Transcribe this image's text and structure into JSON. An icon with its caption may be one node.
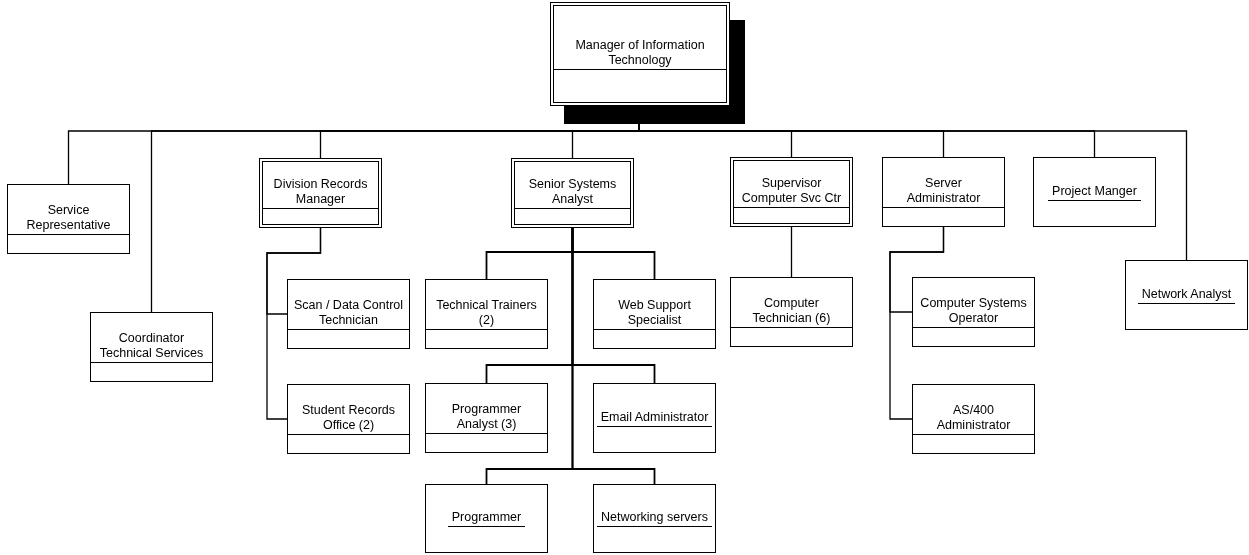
{
  "diagram": {
    "nodes": [
      {
        "text": [
          "Manager of Information Technology"
        ]
      },
      {
        "text": [
          "Service Representative"
        ]
      },
      {
        "text": [
          "Coordinator Technical Services"
        ]
      },
      {
        "text": [
          "Division Records Manager"
        ]
      },
      {
        "text": [
          "Scan / Data Control Technician"
        ]
      },
      {
        "text": [
          "Student Records Office (2)"
        ]
      },
      {
        "text": [
          "Senior Systems Analyst"
        ]
      },
      {
        "text": [
          "Technical Trainers (2)"
        ]
      },
      {
        "text": [
          "Web Support Specialist"
        ]
      },
      {
        "text": [
          "Programmer Analyst (3)"
        ]
      },
      {
        "text": [
          "Email Administrator"
        ]
      },
      {
        "text": [
          "Programmer"
        ]
      },
      {
        "text": [
          "Networking servers"
        ]
      },
      {
        "text": [
          "Supervisor Computer Svc Ctr"
        ]
      },
      {
        "text": [
          "Computer Technician (6)"
        ]
      },
      {
        "text": [
          "Server Administrator"
        ]
      },
      {
        "text": [
          "Computer Systems Operator"
        ]
      },
      {
        "text": [
          "AS/400 Administrator"
        ]
      },
      {
        "text": [
          "Project Manger"
        ]
      },
      {
        "text": [
          "Network Analyst"
        ]
      }
    ],
    "edges": [
      {
        "from": 0,
        "to": 1,
        "arrow": "none"
      },
      {
        "from": 0,
        "to": 2,
        "arrow": "none"
      },
      {
        "from": 0,
        "to": 3,
        "arrow": "none"
      },
      {
        "from": 0,
        "to": 6,
        "arrow": "none"
      },
      {
        "from": 0,
        "to": 13,
        "arrow": "none"
      },
      {
        "from": 0,
        "to": 15,
        "arrow": "none"
      },
      {
        "from": 0,
        "to": 18,
        "arrow": "none"
      },
      {
        "from": 0,
        "to": 19,
        "arrow": "none"
      },
      {
        "from": 3,
        "to": 4,
        "arrow": "none"
      },
      {
        "from": 3,
        "to": 5,
        "arrow": "none"
      },
      {
        "from": 6,
        "to": 7,
        "arrow": "none"
      },
      {
        "from": 6,
        "to": 8,
        "arrow": "none"
      },
      {
        "from": 6,
        "to": 9,
        "arrow": "none"
      },
      {
        "from": 6,
        "to": 10,
        "arrow": "none"
      },
      {
        "from": 6,
        "to": 11,
        "arrow": "none"
      },
      {
        "from": 6,
        "to": 12,
        "arrow": "none"
      },
      {
        "from": 13,
        "to": 14,
        "arrow": "none"
      },
      {
        "from": 15,
        "to": 16,
        "arrow": "none"
      },
      {
        "from": 15,
        "to": 17,
        "arrow": "none"
      }
    ]
  }
}
